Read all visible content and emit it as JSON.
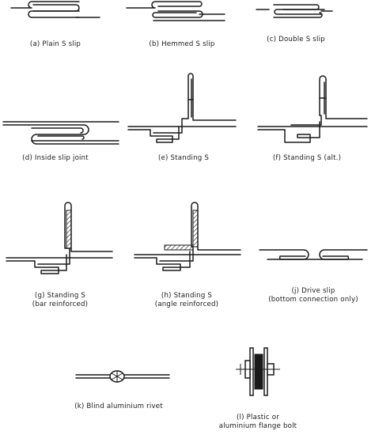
{
  "captions": {
    "a": "(a) Plain S slip",
    "b": "(b) Hemmed S slip",
    "c": "(c) Double S slip",
    "d": "(d) Inside slip joint",
    "e": "(e) Standing S",
    "f": "(f) Standing S (alt.)",
    "g": [
      "(g) Standing S",
      "(bar reinforced)"
    ],
    "h": [
      "(h) Standing S",
      "(angle reinforced)"
    ],
    "j": [
      "(j) Drive slip",
      "(bottom connection only)"
    ],
    "k": "(k) Blind aluminium rivet",
    "l": [
      "(l) Plastic or",
      "aluminium flange bolt"
    ]
  },
  "colors": {
    "ink": "#1a1a1a",
    "background": "#ffffff"
  }
}
